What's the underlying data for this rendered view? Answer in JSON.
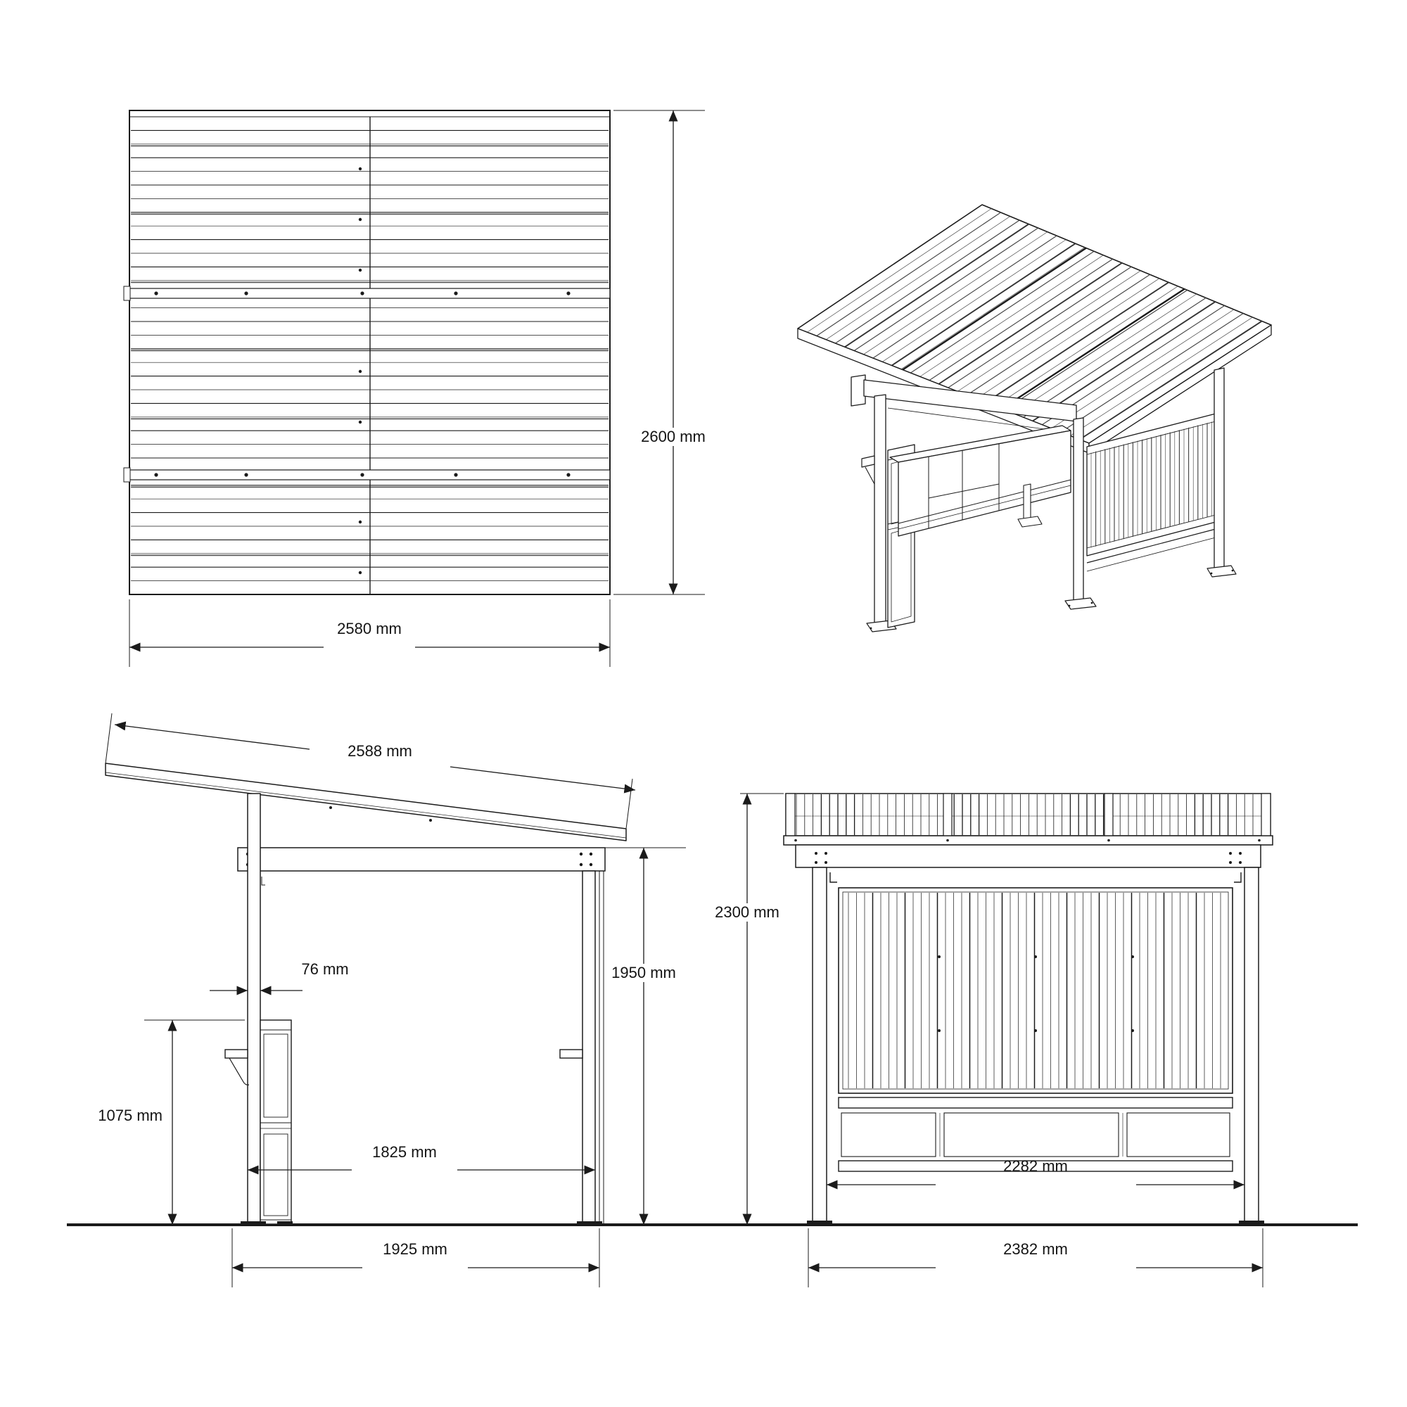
{
  "drawing": {
    "background": "#ffffff",
    "line_color": "#1b1b1b",
    "views": {
      "roof_plan": {
        "width_dim": "2580 mm",
        "height_dim": "2600 mm"
      },
      "side_elevation": {
        "roof_slope_dim": "2588 mm",
        "post_width_dim": "76 mm",
        "counter_height_dim": "1075 mm",
        "post_spacing_dim": "1825 mm",
        "base_width_dim": "1925 mm"
      },
      "front_elevation": {
        "clear_height_dim": "1950 mm",
        "overall_height_dim": "2300 mm",
        "post_spacing_dim": "2282 mm",
        "base_width_dim": "2382 mm"
      }
    }
  }
}
